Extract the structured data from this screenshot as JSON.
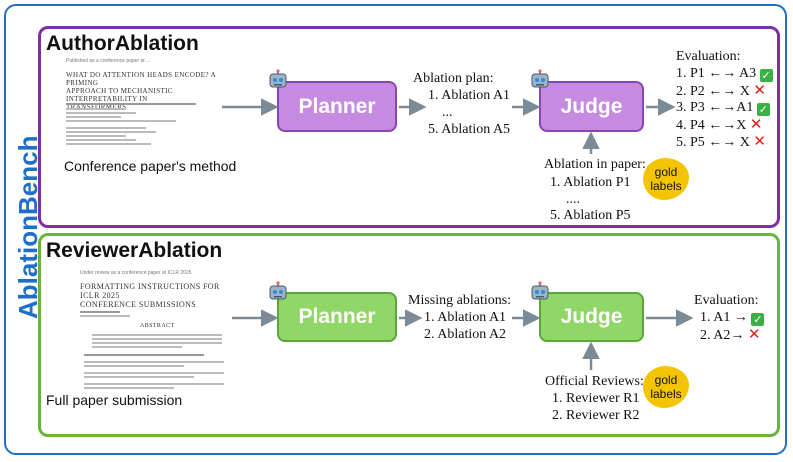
{
  "bench_title": "AblationBench",
  "author": {
    "title": "AuthorAblation",
    "paper_header": "Published as a conference paper at ...",
    "paper_title_1": "WHAT DO ATTENTION HEADS ENCODE? A PRIMING",
    "paper_title_2": "APPROACH TO MECHANISTIC INTERPRETABILITY IN",
    "paper_title_3": "TRANSFORMERS",
    "caption": "Conference paper's method",
    "planner": "Planner",
    "judge": "Judge",
    "plan_title": "Ablation plan:",
    "plan_items": [
      "1. Ablation A1",
      "...",
      "5. Ablation A5"
    ],
    "inpaper_title": "Ablation in paper:",
    "inpaper_items": [
      "1. Ablation P1",
      "....",
      "5. Ablation P5"
    ],
    "gold_1": "gold",
    "gold_2": "labels",
    "eval_title": "Evaluation:",
    "eval_items": [
      {
        "text": "1. P1 ←→ A3",
        "result": "check"
      },
      {
        "text": "2. P2 ←→ X",
        "result": "cross"
      },
      {
        "text": "3. P3 ←→A1",
        "result": "check"
      },
      {
        "text": "4. P4 ←→X",
        "result": "cross"
      },
      {
        "text": "5. P5 ←→ X",
        "result": "cross"
      }
    ]
  },
  "reviewer": {
    "title": "ReviewerAblation",
    "paper_header": "Under review as a conference paper at ICLR 2025",
    "paper_title_1": "FORMATTING INSTRUCTIONS FOR ICLR 2025",
    "paper_title_2": "CONFERENCE SUBMISSIONS",
    "paper_abstract": "ABSTRACT",
    "caption": "Full paper submission",
    "planner": "Planner",
    "judge": "Judge",
    "missing_title": "Missing ablations:",
    "missing_items": [
      "1. Ablation A1",
      "2. Ablation A2"
    ],
    "reviews_title": "Official Reviews:",
    "reviews_items": [
      "1. Reviewer R1",
      "2. Reviewer R2"
    ],
    "gold_1": "gold",
    "gold_2": "labels",
    "eval_title": "Evaluation:",
    "eval_items": [
      {
        "text": "1. A1 →",
        "result": "check"
      },
      {
        "text": "2. A2→",
        "result": "cross"
      }
    ]
  },
  "colors": {
    "bench": "#1f6fc7",
    "author_border": "#7d2fa3",
    "author_box": "#c58be0",
    "reviewer_border": "#68b53a",
    "reviewer_box": "#8fd867",
    "gold": "#f5c400",
    "arrow": "#7a8a96"
  },
  "icons": [
    "robot-icon",
    "check-icon",
    "cross-icon"
  ]
}
